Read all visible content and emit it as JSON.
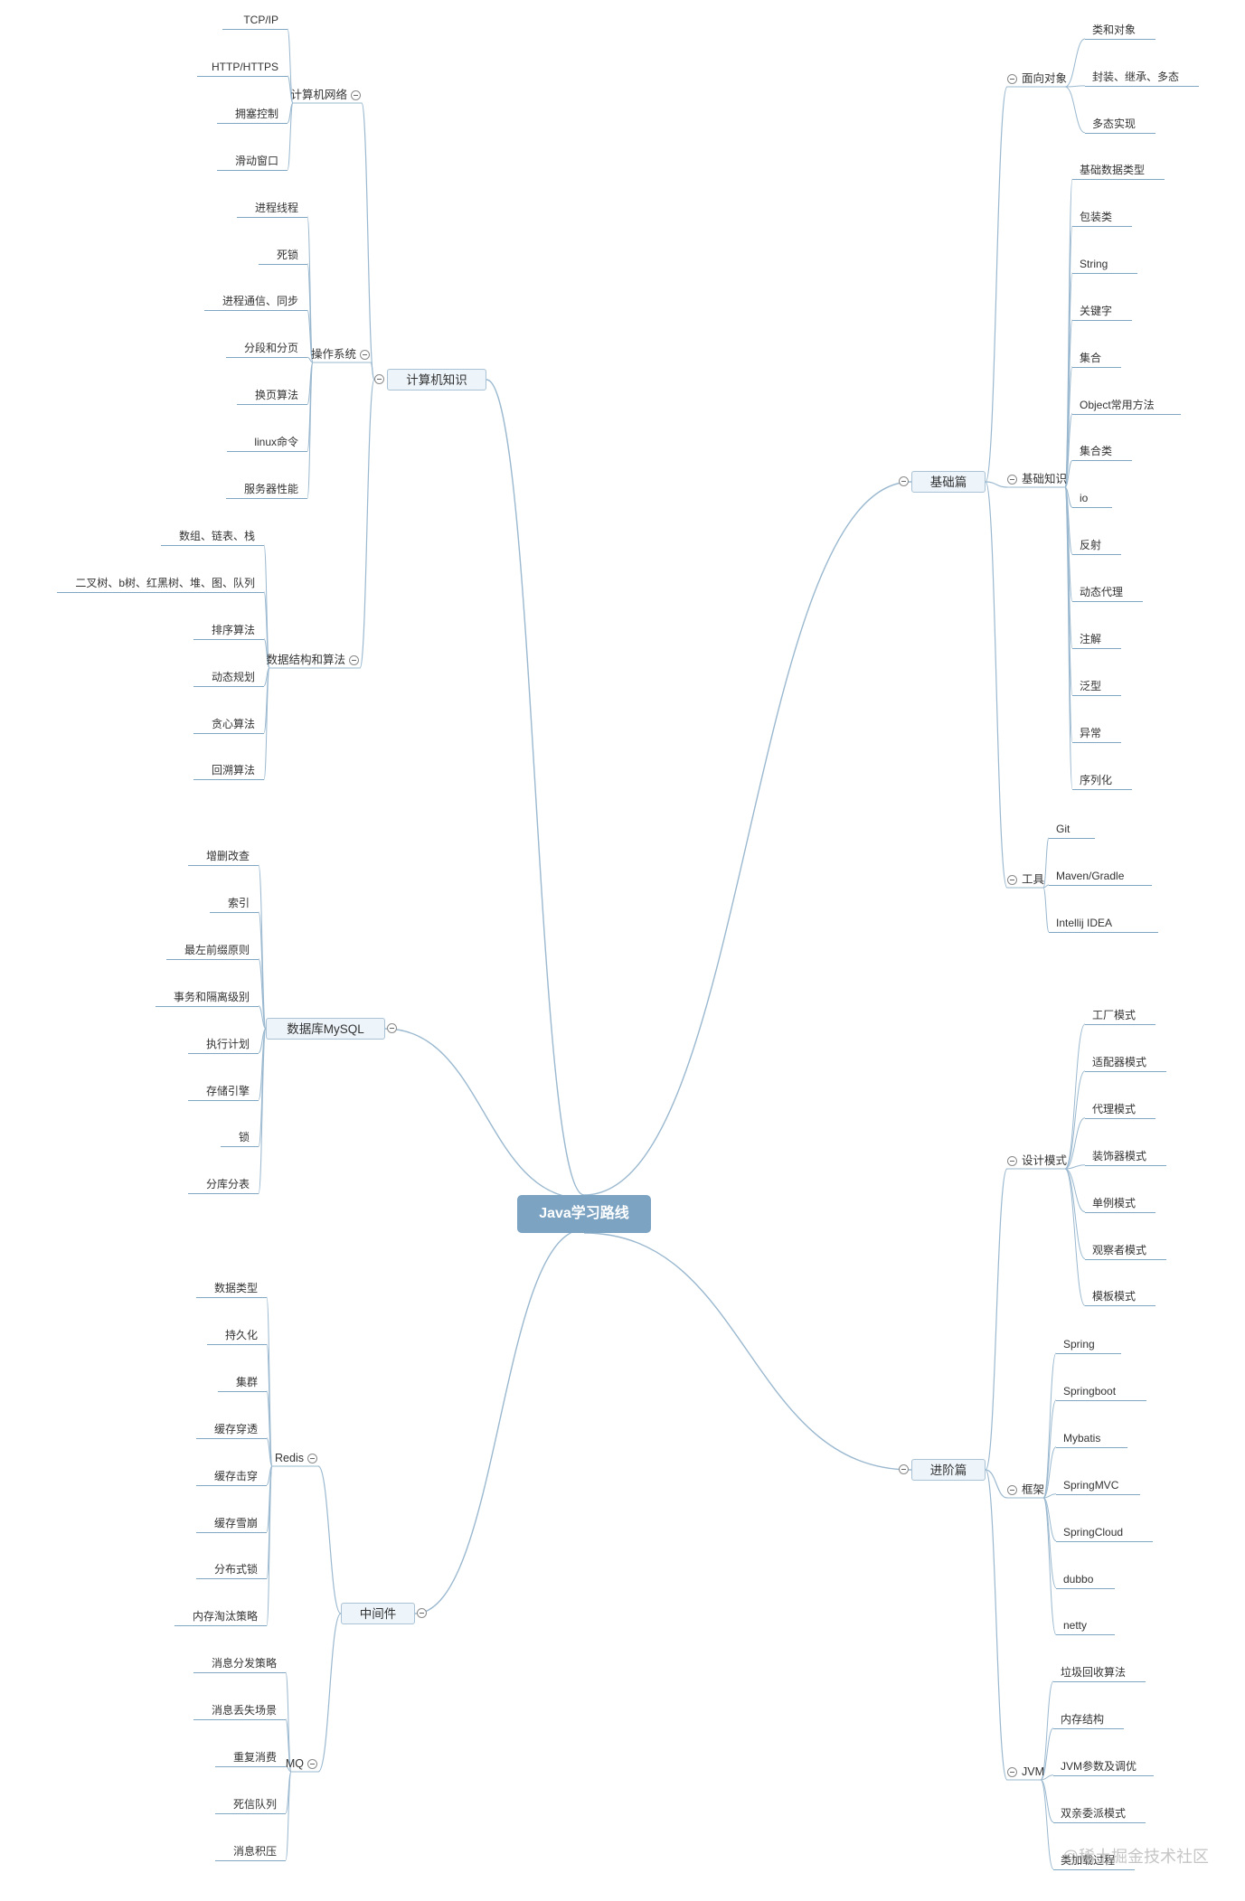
{
  "root": {
    "label": "Java学习路线"
  },
  "left": [
    {
      "label": "计算机知识",
      "children": [
        {
          "label": "计算机网络",
          "leaves": [
            "TCP/IP",
            "HTTP/HTTPS",
            "拥塞控制",
            "滑动窗口"
          ]
        },
        {
          "label": "操作系统",
          "leaves": [
            "进程线程",
            "死锁",
            "进程通信、同步",
            "分段和分页",
            "换页算法",
            "linux命令",
            "服务器性能"
          ]
        },
        {
          "label": "数据结构和算法",
          "leaves": [
            "数组、链表、栈",
            "二叉树、b树、红黑树、堆、图、队列",
            "排序算法",
            "动态规划",
            "贪心算法",
            "回溯算法"
          ]
        }
      ]
    },
    {
      "label": "数据库MySQL",
      "leaves": [
        "增删改查",
        "索引",
        "最左前缀原则",
        "事务和隔离级别",
        "执行计划",
        "存储引擎",
        "锁",
        "分库分表"
      ]
    },
    {
      "label": "中间件",
      "children": [
        {
          "label": "Redis",
          "leaves": [
            "数据类型",
            "持久化",
            "集群",
            "缓存穿透",
            "缓存击穿",
            "缓存雪崩",
            "分布式锁",
            "内存淘汰策略"
          ]
        },
        {
          "label": "MQ",
          "leaves": [
            "消息分发策略",
            "消息丢失场景",
            "重复消费",
            "死信队列",
            "消息积压"
          ]
        }
      ]
    }
  ],
  "right": [
    {
      "label": "基础篇",
      "children": [
        {
          "label": "面向对象",
          "leaves": [
            "类和对象",
            "封装、继承、多态",
            "多态实现"
          ]
        },
        {
          "label": "基础知识",
          "leaves": [
            "基础数据类型",
            "包装类",
            "String",
            "关键字",
            "集合",
            "Object常用方法",
            "集合类",
            "io",
            "反射",
            "动态代理",
            "注解",
            "泛型",
            "异常",
            "序列化"
          ]
        },
        {
          "label": "工具",
          "leaves": [
            "Git",
            "Maven/Gradle",
            "Intellij IDEA"
          ]
        }
      ]
    },
    {
      "label": "进阶篇",
      "children": [
        {
          "label": "设计模式",
          "leaves": [
            "工厂模式",
            "适配器模式",
            "代理模式",
            "装饰器模式",
            "单例模式",
            "观察者模式",
            "模板模式"
          ]
        },
        {
          "label": "框架",
          "leaves": [
            "Spring",
            "Springboot",
            "Mybatis",
            "SpringMVC",
            "SpringCloud",
            "dubbo",
            "netty"
          ]
        },
        {
          "label": "JVM",
          "leaves": [
            "垃圾回收算法",
            "内存结构",
            "JVM参数及调优",
            "双亲委派模式",
            "类加载过程"
          ]
        }
      ]
    }
  ],
  "watermark": "@稀土掘金技术社区",
  "colors": {
    "line": "#9ab8cf",
    "root_bg": "#7da3c2",
    "node_bg": "#edf4fa",
    "node_border": "#a9c2d5"
  }
}
